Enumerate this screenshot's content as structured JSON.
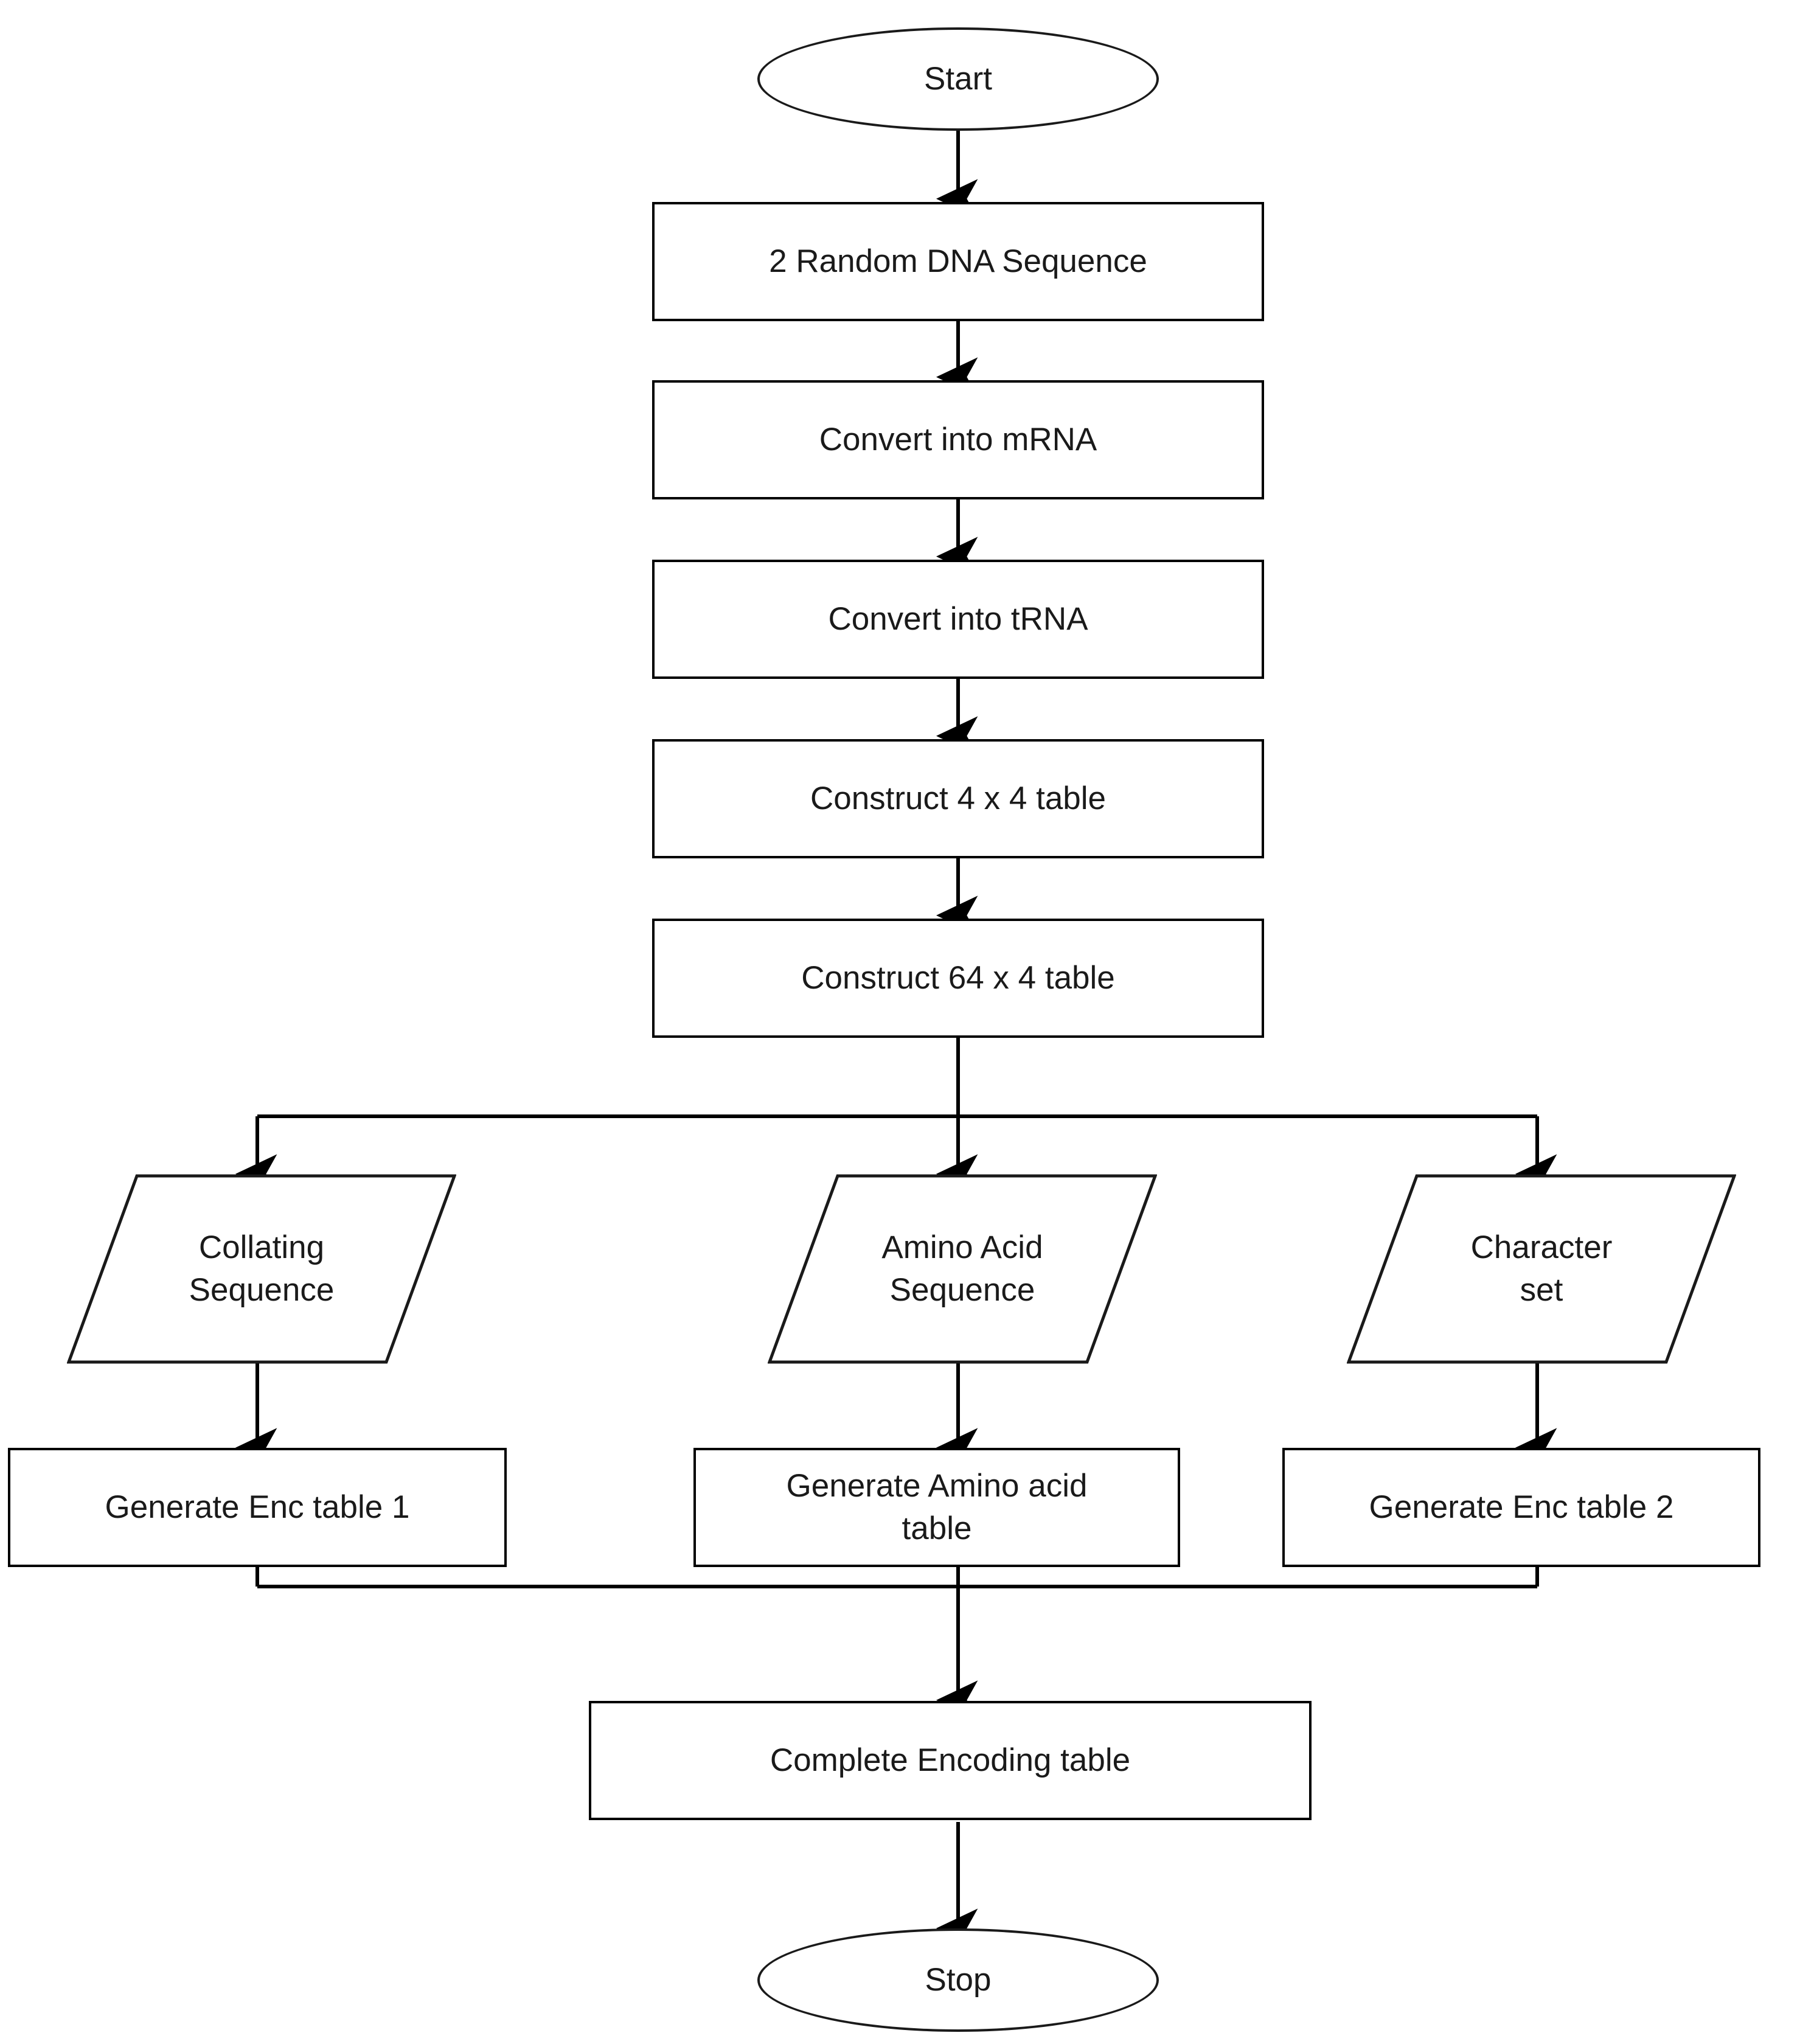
{
  "diagram": {
    "title": "DNA-based encoding table generation flowchart",
    "type": "flowchart",
    "background_color": "#ffffff",
    "line_color": "#000000",
    "text_color": "#1a1a1a"
  },
  "nodes": {
    "start": {
      "label": "Start",
      "shape": "terminator"
    },
    "random_dna": {
      "label": "2 Random DNA Sequence",
      "shape": "process"
    },
    "convert_mrna": {
      "label": "Convert into mRNA",
      "shape": "process"
    },
    "convert_trna": {
      "label": "Convert into tRNA",
      "shape": "process"
    },
    "table_4x4": {
      "label": "Construct 4 x 4 table",
      "shape": "process"
    },
    "table_64x4": {
      "label": "Construct 64 x 4 table",
      "shape": "process"
    },
    "collating_sequence": {
      "label": "Collating\nSequence",
      "shape": "input-output"
    },
    "amino_acid_sequence": {
      "label": "Amino Acid\nSequence",
      "shape": "input-output"
    },
    "character_set": {
      "label": "Character\nset",
      "shape": "input-output"
    },
    "enc_table_1": {
      "label": "Generate Enc table 1",
      "shape": "process"
    },
    "amino_acid_table": {
      "label": "Generate Amino acid\ntable",
      "shape": "process"
    },
    "enc_table_2": {
      "label": "Generate Enc table 2",
      "shape": "process"
    },
    "complete_encoding_table": {
      "label": "Complete Encoding table",
      "shape": "process"
    },
    "stop": {
      "label": "Stop",
      "shape": "terminator"
    }
  },
  "edges": [
    {
      "from": "start",
      "to": "random_dna",
      "label": ""
    },
    {
      "from": "random_dna",
      "to": "convert_mrna",
      "label": ""
    },
    {
      "from": "convert_mrna",
      "to": "convert_trna",
      "label": ""
    },
    {
      "from": "convert_trna",
      "to": "table_4x4",
      "label": ""
    },
    {
      "from": "table_4x4",
      "to": "table_64x4",
      "label": ""
    },
    {
      "from": "table_64x4",
      "to": "collating_sequence",
      "label": ""
    },
    {
      "from": "table_64x4",
      "to": "amino_acid_sequence",
      "label": ""
    },
    {
      "from": "table_64x4",
      "to": "character_set",
      "label": ""
    },
    {
      "from": "collating_sequence",
      "to": "enc_table_1",
      "label": ""
    },
    {
      "from": "amino_acid_sequence",
      "to": "amino_acid_table",
      "label": ""
    },
    {
      "from": "character_set",
      "to": "enc_table_2",
      "label": ""
    },
    {
      "from": "enc_table_1",
      "to": "complete_encoding_table",
      "label": ""
    },
    {
      "from": "amino_acid_table",
      "to": "complete_encoding_table",
      "label": ""
    },
    {
      "from": "enc_table_2",
      "to": "complete_encoding_table",
      "label": ""
    },
    {
      "from": "complete_encoding_table",
      "to": "stop",
      "label": ""
    }
  ]
}
